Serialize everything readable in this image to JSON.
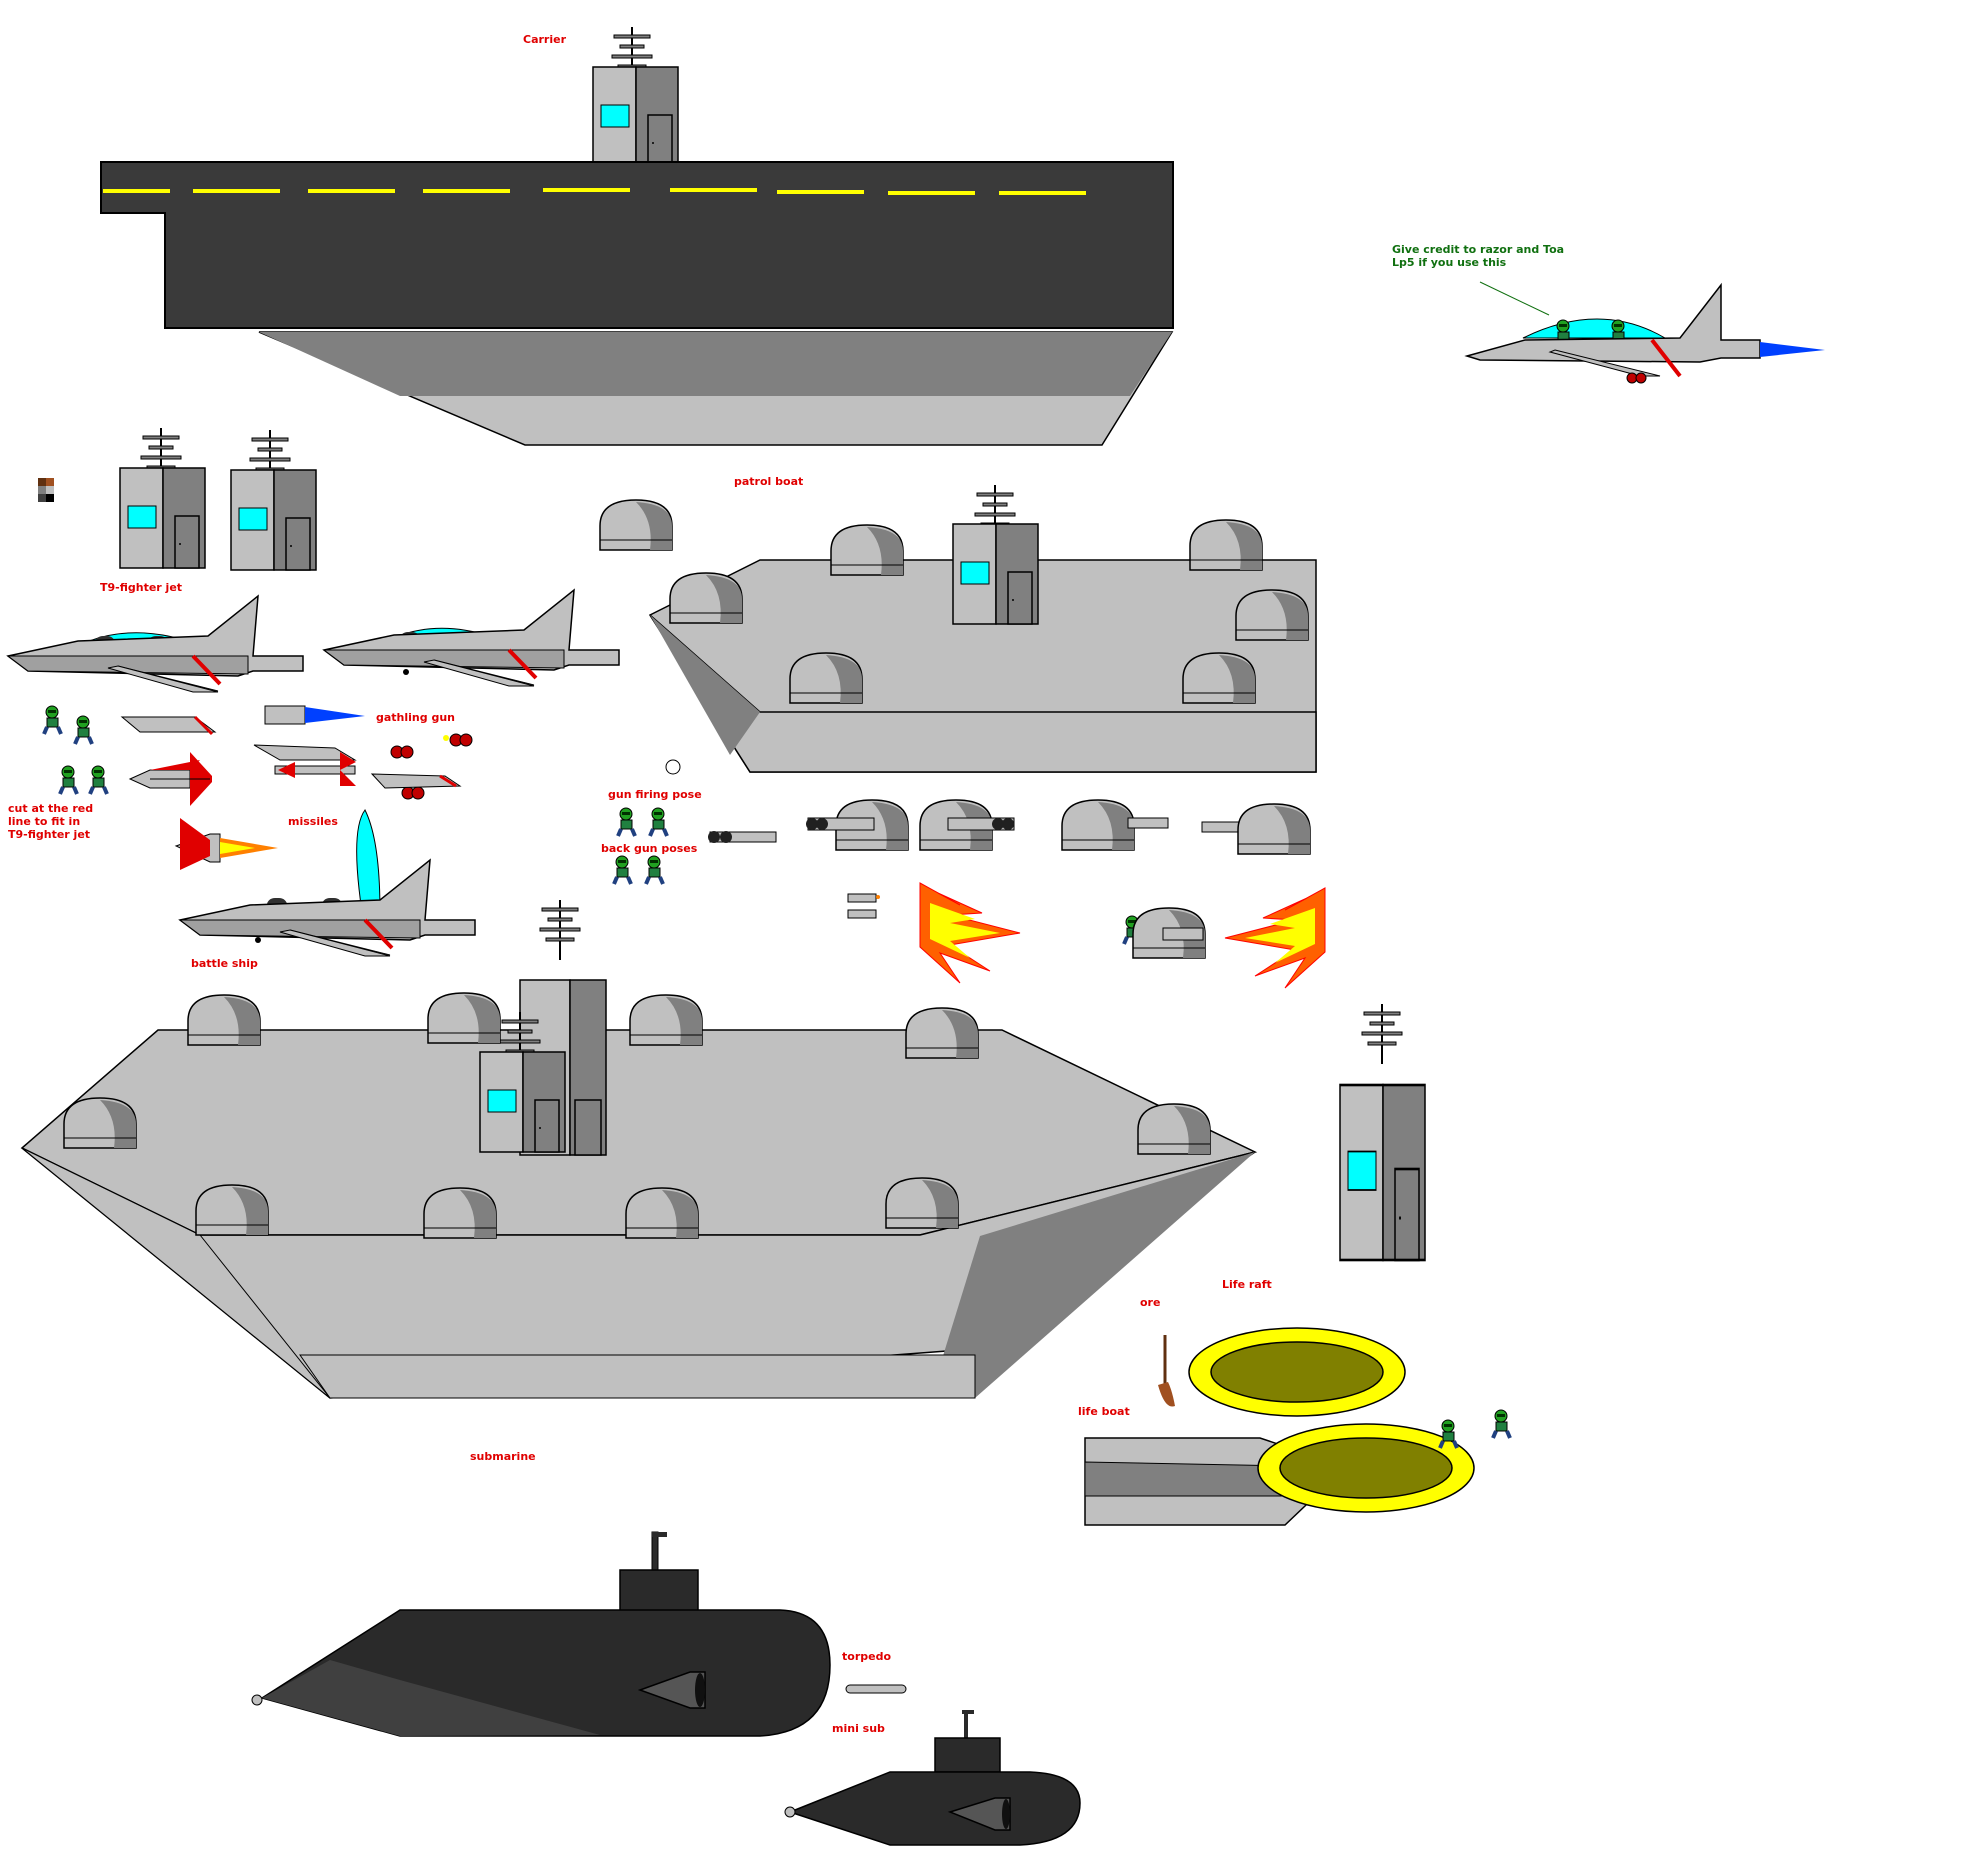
{
  "labels": {
    "carrier": "Carrier",
    "credit": "Give credit to razor and Toa\nLp5 if you use this",
    "patrol_boat": "patrol boat",
    "t9_fighter_jet": "T9-fighter jet",
    "gathling_gun": "gathling gun",
    "cut_note": "cut at the red\nline to fit in\nT9-fighter jet",
    "missiles": "missiles",
    "gun_firing_pose": "gun firing pose",
    "back_gun_poses": "back gun poses",
    "battle_ship": "battle ship",
    "life_raft": "Life raft",
    "ore": "ore",
    "life_boat": "life boat",
    "submarine": "submarine",
    "torpedo": "torpedo",
    "mini_sub": "mini sub"
  },
  "palette": {
    "background": "#ffffff",
    "hull_light": "#c0c0c0",
    "hull_dark": "#808080",
    "deck_dark": "#3a3a3a",
    "runway_stripe": "#ffff00",
    "window": "#00ffff",
    "warning_red": "#e00000",
    "raft_yellow": "#ffff00",
    "raft_floor": "#808000",
    "sub_black": "#2a2a2a",
    "thrust_blue": "#0040ff",
    "fire_orange": "#ff8000",
    "credit_green": "#107010"
  }
}
